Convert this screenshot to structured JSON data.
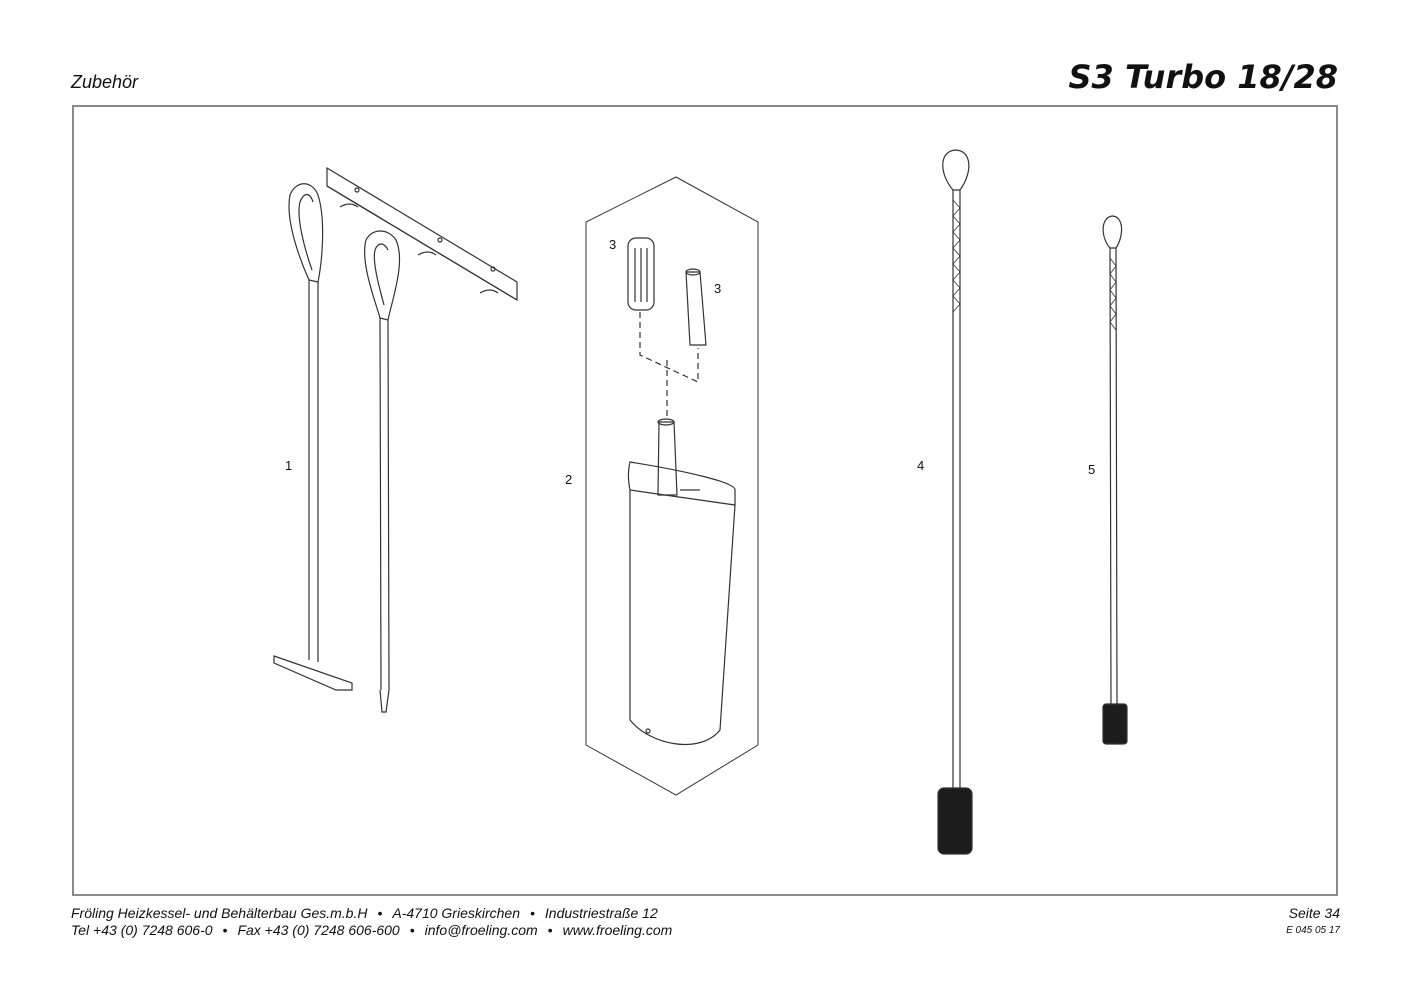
{
  "header": {
    "section": "Zubehör",
    "product": "S3 Turbo 18/28"
  },
  "callouts": {
    "c1": "1",
    "c2": "2",
    "c3a": "3",
    "c3b": "3",
    "c4": "4",
    "c5": "5"
  },
  "footer": {
    "company": "Fröling Heizkessel- und Behälterbau Ges.m.b.H",
    "city": "A-4710 Grieskirchen",
    "street": "Industriestraße 12",
    "tel": "Tel +43 (0) 7248 606-0",
    "fax": "Fax +43 (0) 7248 606-600",
    "email": "info@froeling.com",
    "web": "www.froeling.com",
    "separator": "•",
    "page": "Seite 34",
    "doc_number": "E 045 05 17"
  },
  "colors": {
    "frame": "#8a8a8a",
    "line": "#333333"
  }
}
